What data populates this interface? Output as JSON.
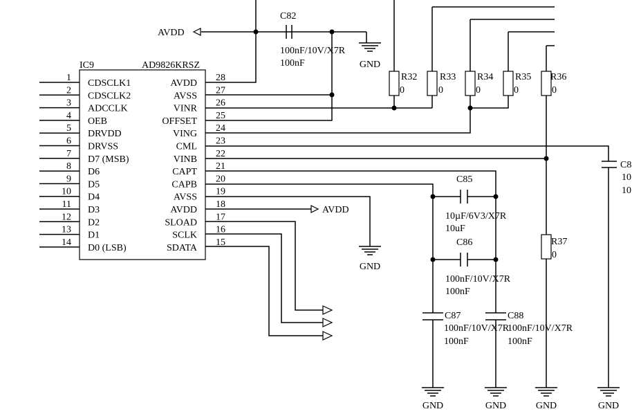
{
  "ic": {
    "ref": "IC9",
    "part": "AD9826KRSZ",
    "left_pins": [
      {
        "num": "1",
        "name": "CDSCLK1"
      },
      {
        "num": "2",
        "name": "CDSCLK2"
      },
      {
        "num": "3",
        "name": "ADCCLK"
      },
      {
        "num": "4",
        "name": "OEB"
      },
      {
        "num": "5",
        "name": "DRVDD"
      },
      {
        "num": "6",
        "name": "DRVSS"
      },
      {
        "num": "7",
        "name": "D7 (MSB)"
      },
      {
        "num": "8",
        "name": "D6"
      },
      {
        "num": "9",
        "name": "D5"
      },
      {
        "num": "10",
        "name": "D4"
      },
      {
        "num": "11",
        "name": "D3"
      },
      {
        "num": "12",
        "name": "D2"
      },
      {
        "num": "13",
        "name": "D1"
      },
      {
        "num": "14",
        "name": "D0 (LSB)"
      }
    ],
    "right_pins": [
      {
        "num": "28",
        "name": "AVDD"
      },
      {
        "num": "27",
        "name": "AVSS"
      },
      {
        "num": "26",
        "name": "VINR"
      },
      {
        "num": "25",
        "name": "OFFSET"
      },
      {
        "num": "24",
        "name": "VING"
      },
      {
        "num": "23",
        "name": "CML"
      },
      {
        "num": "22",
        "name": "VINB"
      },
      {
        "num": "21",
        "name": "CAPT"
      },
      {
        "num": "20",
        "name": "CAPB"
      },
      {
        "num": "19",
        "name": "AVSS"
      },
      {
        "num": "18",
        "name": "AVDD"
      },
      {
        "num": "17",
        "name": "SLOAD"
      },
      {
        "num": "16",
        "name": "SCLK"
      },
      {
        "num": "15",
        "name": "SDATA"
      }
    ]
  },
  "nets": {
    "avdd_top": "AVDD",
    "avdd_pin18": "AVDD",
    "gnd": "GND"
  },
  "capacitors": {
    "c82": {
      "ref": "C82",
      "spec": "100nF/10V/X7R",
      "value": "100nF"
    },
    "c85": {
      "ref": "C85",
      "spec": "10µF/6V3/X7R",
      "value": "10uF"
    },
    "c86": {
      "ref": "C86",
      "spec": "100nF/10V/X7R",
      "value": "100nF"
    },
    "c87": {
      "ref": "C87",
      "spec": "100nF/10V/X7R",
      "value": "100nF"
    },
    "c88": {
      "ref": "C88",
      "spec": "100nF/10V/X7R",
      "value": "100nF"
    },
    "c89_partial": {
      "ref": "C8",
      "line1": "10",
      "line2": "10"
    }
  },
  "resistors": {
    "r32": {
      "ref": "R32",
      "value": "0"
    },
    "r33": {
      "ref": "R33",
      "value": "0"
    },
    "r34": {
      "ref": "R34",
      "value": "0"
    },
    "r35": {
      "ref": "R35",
      "value": "0"
    },
    "r36": {
      "ref": "R36",
      "value": "0"
    },
    "r37": {
      "ref": "R37",
      "value": "0"
    }
  }
}
